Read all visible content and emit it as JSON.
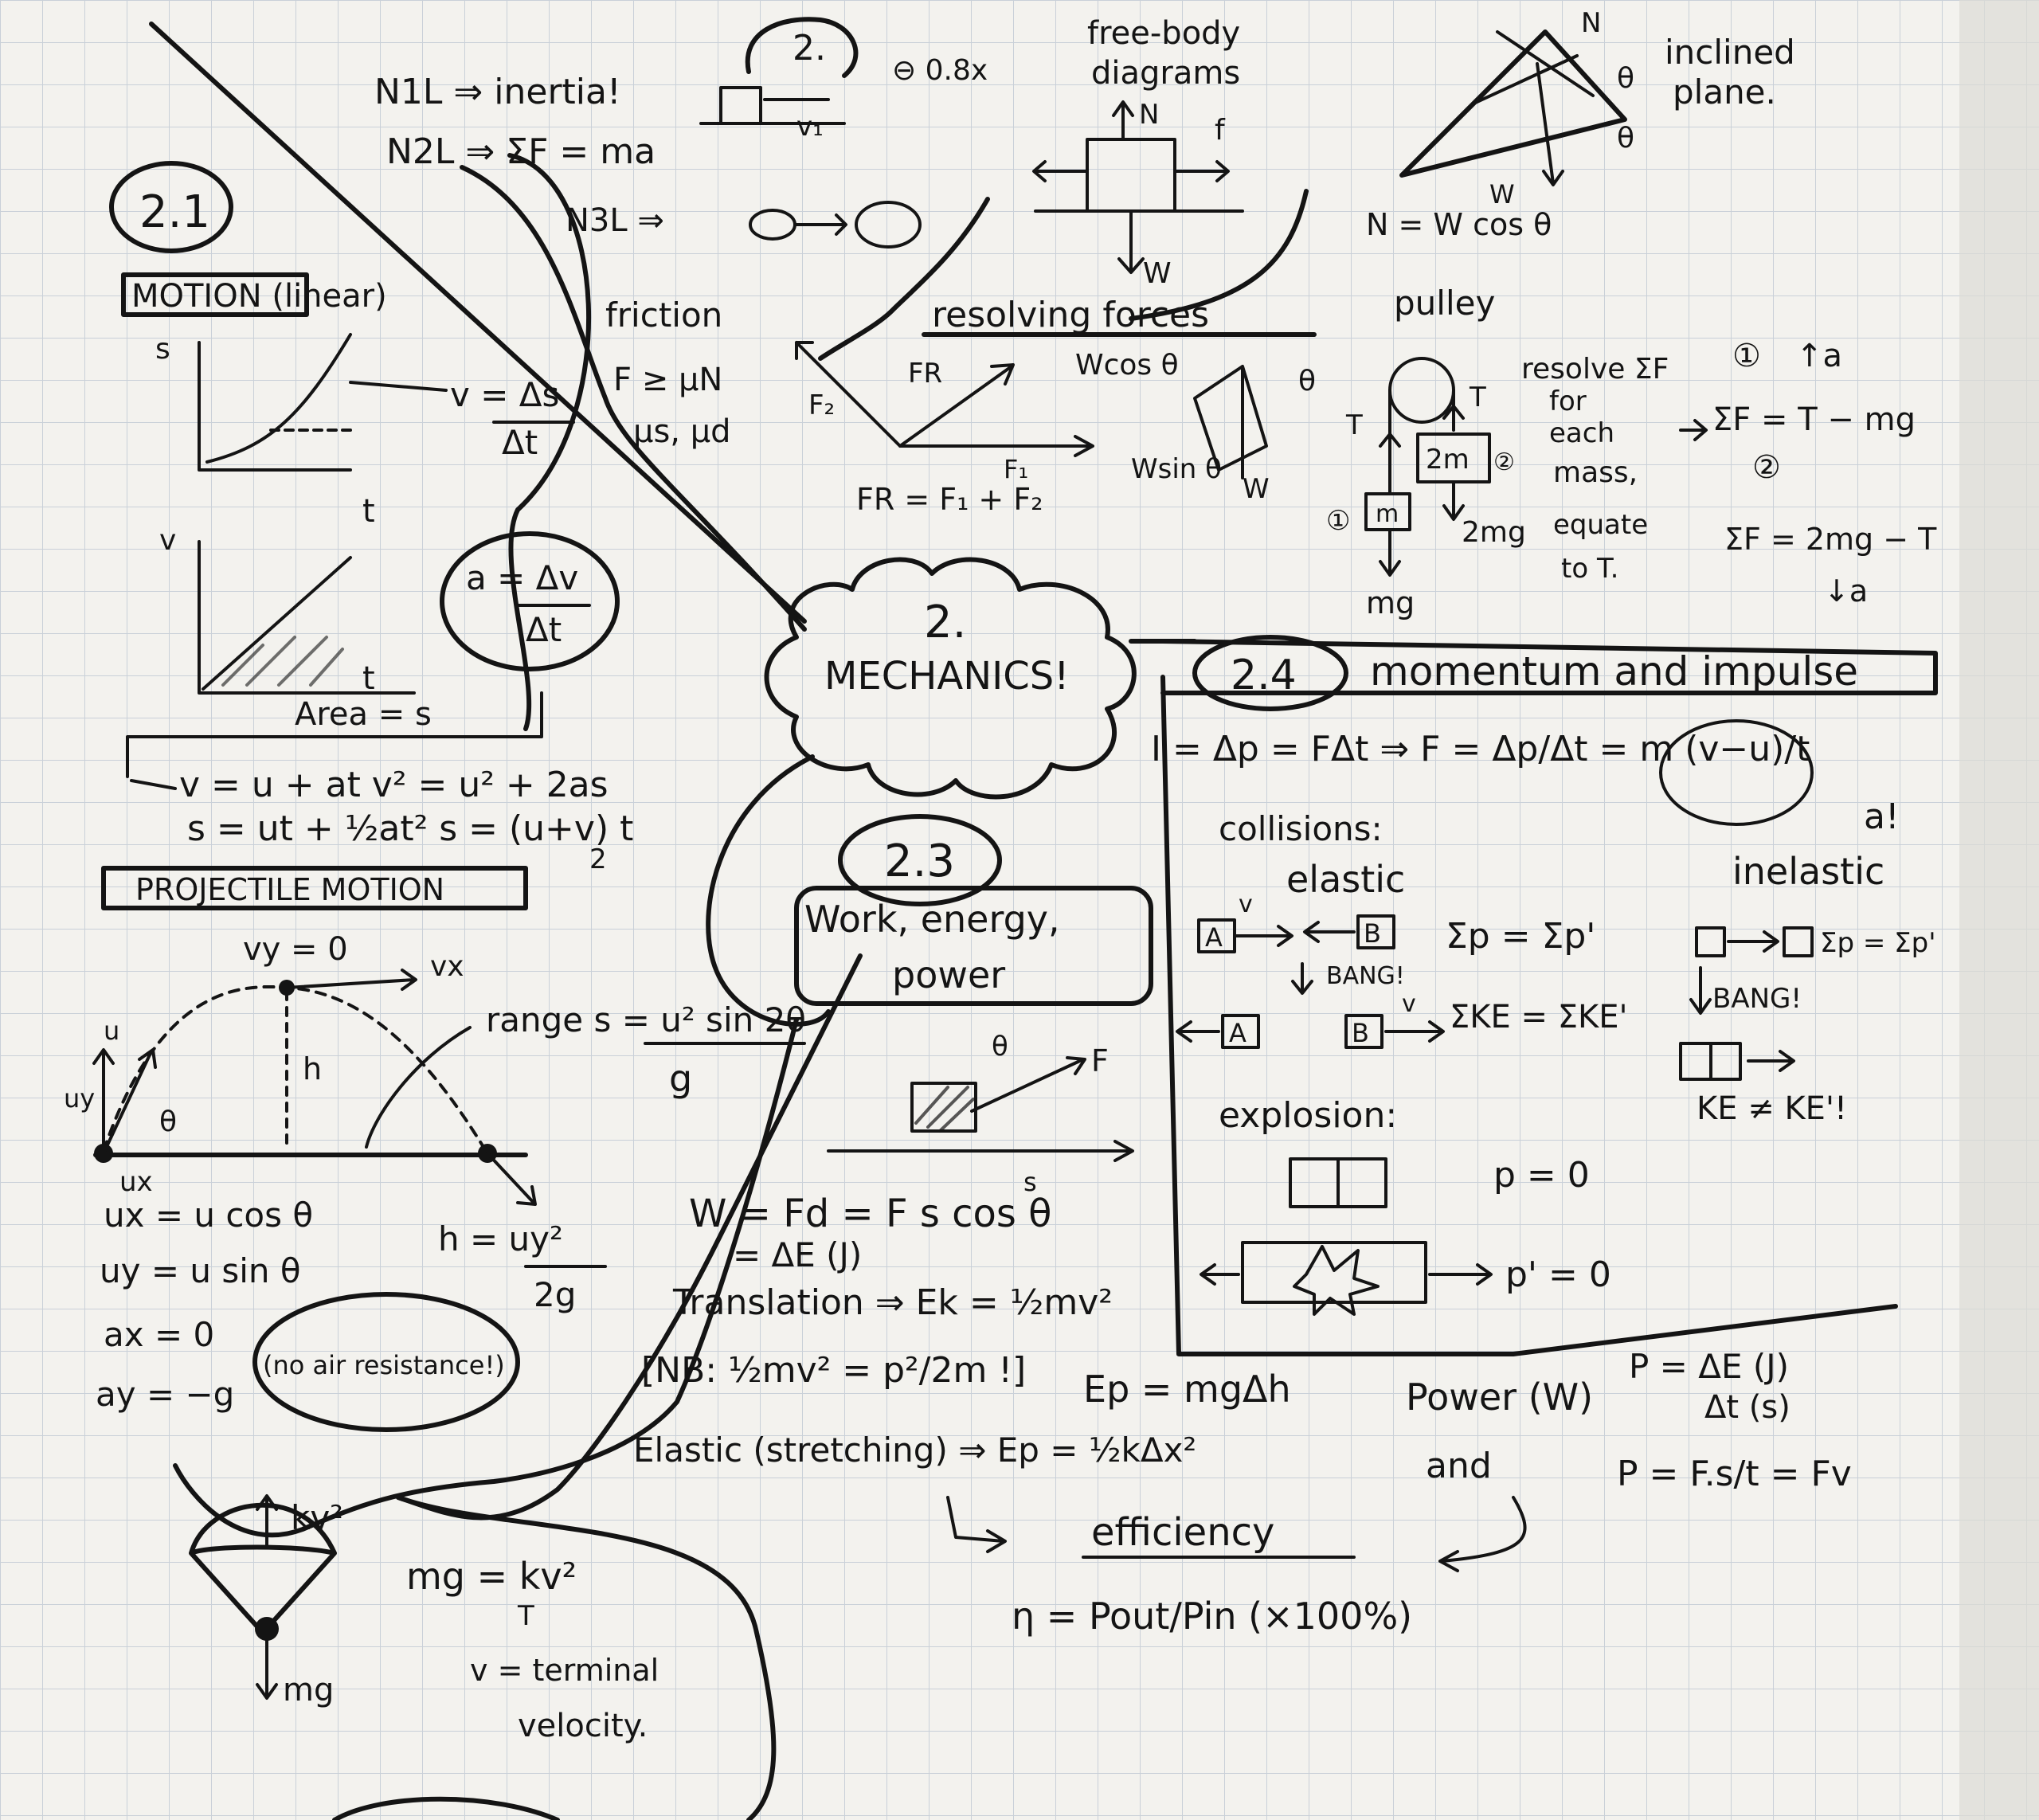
{
  "colors": {
    "paper": "#f3f2ee",
    "grid": "#c9d0d8",
    "ink": "#141414"
  },
  "center": {
    "number": "2.",
    "title": "MECHANICS!"
  },
  "laws": {
    "n1": "N1L ⇒ inertia!",
    "n2": "N2L ⇒ ΣF = ma",
    "n3": "N3L ⇒"
  },
  "fbd": {
    "number": "2.",
    "scale": "⊖ 0.8x",
    "title_line1": "free-body",
    "title_line2": "diagrams",
    "v1": "v₁",
    "n": "N",
    "f": "f",
    "w": "W"
  },
  "inclined": {
    "title_line1": "inclined",
    "title_line2": "plane.",
    "n": "N",
    "w": "W",
    "theta": "θ",
    "eq": "N = W cos θ"
  },
  "friction": {
    "title": "friction",
    "eq1": "F ≥ μN",
    "eq2": "μs, μd"
  },
  "resolving": {
    "title": "resolving forces",
    "f2": "F₂",
    "fr": "FR",
    "f1": "F₁",
    "eq": "FR = F₁ + F₂",
    "wcos": "Wcos θ",
    "wsin": "Wsin θ",
    "w": "W",
    "theta": "θ"
  },
  "pulley": {
    "title": "pulley",
    "t": "T",
    "m": "m",
    "m2": "2m",
    "mg": "mg",
    "two_mg": "2mg",
    "one": "①",
    "two": "②"
  },
  "resolve": {
    "l1": "resolve ΣF",
    "l2": "for",
    "l3": "each",
    "l4": "mass,",
    "l5": "equate",
    "l6": "to T.",
    "eq1_a": "↑a",
    "eq1": "ΣF = T − mg",
    "eq2": "ΣF = 2mg − T",
    "eq2_a": "↓a",
    "one": "①",
    "two": "②"
  },
  "s21": {
    "number": "2.1",
    "title": "MOTION (linear)",
    "s": "s",
    "v": "v",
    "t": "t",
    "v_eq_num": "v = Δs",
    "v_eq_den": "Δt",
    "a_eq_num": "a = Δv",
    "a_eq_den": "Δt",
    "area": "Area = s",
    "suvat1": "v = u + at    v² = u² + 2as",
    "suvat2": "s = ut + ½at²    s = (u+v) t",
    "suvat2_den": "2"
  },
  "projectile": {
    "title": "PROJECTILE MOTION",
    "vy": "vy = 0",
    "vx": "vx",
    "u": "u",
    "uy": "uy",
    "ux": "ux",
    "h": "h",
    "theta": "θ",
    "range_num": "range s = u² sin 2θ",
    "range_den": "g",
    "h_num": "h = uy²",
    "h_den": "2g",
    "ux_eq": "ux = u cos θ",
    "uy_eq": "uy = u sin θ",
    "ax_eq": "ax = 0",
    "ay_eq": "ay = −g",
    "note": "(no air resistance!)"
  },
  "terminal": {
    "kv2": "kv²",
    "mg": "mg",
    "eq": "mg = kv²",
    "t": "T",
    "note1": "v = terminal",
    "note2": "velocity."
  },
  "s23": {
    "number": "2.3",
    "title1": "Work, energy,",
    "title2": "power",
    "theta": "θ",
    "f": "F",
    "s": "s",
    "w_eq": "W = Fd = F s cos θ",
    "w_eq2": "= ΔE (J)",
    "translation": "Translation ⇒ Ek = ½mv²",
    "nb": "[NB: ½mv² = p²/2m !]",
    "ep": "Ep = mgΔh",
    "elastic": "Elastic (stretching) ⇒ Ep = ½kΔx²",
    "power": "Power (W)",
    "and": "and",
    "p_eq": "P = ΔE (J)",
    "p_eq_den": "Δt (s)",
    "p_eq2": "P = F.s/t = Fv",
    "eff": "efficiency",
    "eta": "η = Pout/Pin (×100%)"
  },
  "s24": {
    "number": "2.4",
    "title": "momentum and impulse",
    "impulse": "I = Δp = FΔt ⇒ F = Δp/Δt = m (v−u)/t",
    "a": "a!",
    "collisions": "collisions:",
    "elastic": "elastic",
    "inelastic": "inelastic",
    "e1": "Σp = Σp'",
    "bang": "BANG!",
    "e2": "ΣKE = ΣKE'",
    "i1": "Σp = Σp'",
    "i2": "KE ≠ KE'!",
    "explosion": "explosion:",
    "p0": "p = 0",
    "p0b": "p' = 0",
    "A": "A",
    "B": "B",
    "v": "v"
  }
}
